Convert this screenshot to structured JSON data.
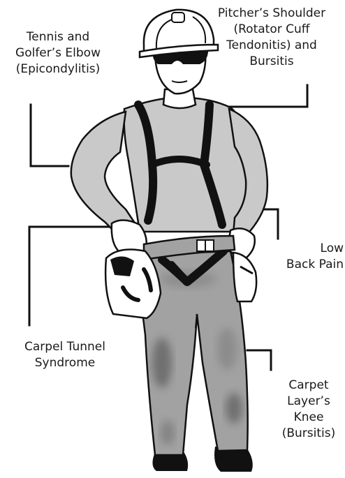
{
  "labels": {
    "elbow": [
      "Tennis and",
      "Golfer’s Elbow",
      "(Epicondylitis)"
    ],
    "shoulder": [
      "Pitcher’s Shoulder",
      "(Rotator Cuff",
      "Tendonitis) and",
      "Bursitis"
    ],
    "back": [
      "Low",
      "Back Pain"
    ],
    "carpal": [
      "Carpel Tunnel",
      "Syndrome"
    ],
    "knee": [
      "Carpet",
      "Layer’s",
      "Knee",
      "(Bursitis)"
    ]
  },
  "colors": {
    "outline": "#111111",
    "shirt": "#c9c9c9",
    "pants": "#a2a2a2",
    "pants_shade": "#6e6e6e",
    "harness": "#111111",
    "skin": "#ffffff",
    "leader_line": "#111111"
  }
}
